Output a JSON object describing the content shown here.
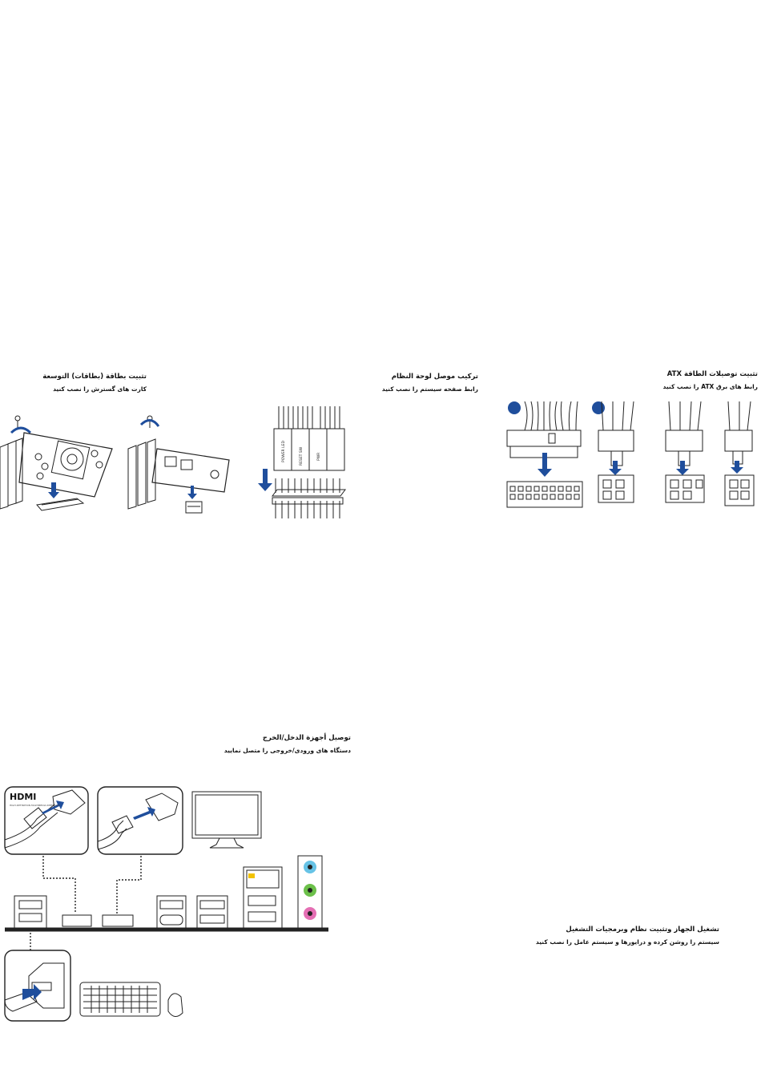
{
  "sections": {
    "expansion": {
      "title": "تثبيت بطاقة (بطاقات) التوسعة",
      "subtitle": "کارت های گسترش را نصب کنید"
    },
    "panel": {
      "title": "تركيب موصل لوحة النظام",
      "subtitle": "رابط صفحه سیستم را نصب کنید",
      "labels": [
        "POWER LED",
        "RESET SW",
        "PWR"
      ]
    },
    "atx": {
      "title": "تثبيت توصيلات الطاقة ATX",
      "subtitle": "رابط های برق ATX را نصب کنید"
    },
    "io": {
      "title": "توصيل أجهزة الدخل/الخرج",
      "subtitle": "دستگاه های ورودی/خروجی را متصل نمایید",
      "hdmi_logo": "HDMI",
      "hdmi_tagline": "HIGH-DEFINITION MULTIMEDIA INTERFACE"
    },
    "power_on": {
      "title": "تشغيل الجهاز وتثبيت نظام وبرمجيات التشغيل",
      "subtitle": "سیستم را روشن کرده و درایورها و سیستم عامل را نصب کنید"
    }
  },
  "colors": {
    "arrow": "#1f4e9c",
    "ink": "#222222",
    "line_gray": "#bbbbbb"
  }
}
